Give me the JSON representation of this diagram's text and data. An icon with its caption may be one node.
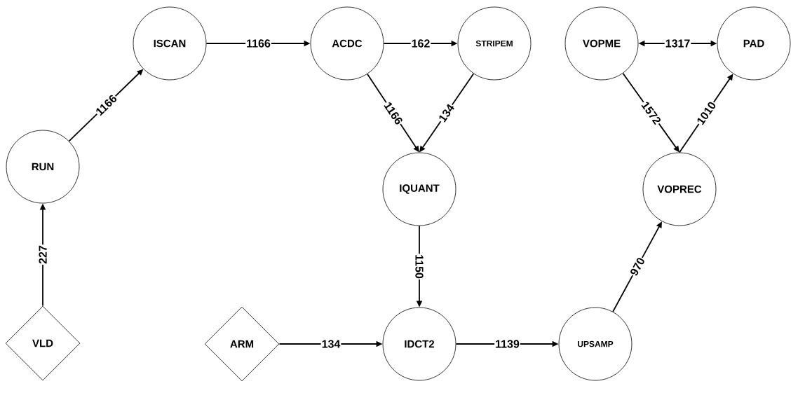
{
  "diagram": {
    "nodes": [
      {
        "text": [
          "ISCAN"
        ]
      },
      {
        "text": [
          "ACDC"
        ]
      },
      {
        "text": [
          "STRIPEM"
        ]
      },
      {
        "text": [
          "VOPME"
        ]
      },
      {
        "text": [
          "PAD"
        ]
      },
      {
        "text": [
          "RUN"
        ]
      },
      {
        "text": [
          "IQUANT"
        ]
      },
      {
        "text": [
          "VOPREC"
        ]
      },
      {
        "text": [
          "VLD"
        ]
      },
      {
        "text": [
          "ARM"
        ]
      },
      {
        "text": [
          "IDCT2"
        ]
      },
      {
        "text": [
          "UPSAMP"
        ]
      }
    ],
    "edges": [
      {
        "from": 5,
        "to": 0,
        "arrow": "to",
        "label": "1166"
      },
      {
        "from": 0,
        "to": 1,
        "arrow": "to",
        "label": "1166"
      },
      {
        "from": 1,
        "to": 2,
        "arrow": "to",
        "label": "162"
      },
      {
        "from": 1,
        "to": 6,
        "arrow": "to",
        "label": "1166"
      },
      {
        "from": 2,
        "to": 6,
        "arrow": "to",
        "label": "134"
      },
      {
        "from": 3,
        "to": 4,
        "arrow": "both",
        "label": "1317"
      },
      {
        "from": 3,
        "to": 7,
        "arrow": "to",
        "label": "1572"
      },
      {
        "from": 7,
        "to": 4,
        "arrow": "to",
        "label": "1010"
      },
      {
        "from": 8,
        "to": 5,
        "arrow": "to",
        "label": "227"
      },
      {
        "from": 6,
        "to": 10,
        "arrow": "to",
        "label": "1150"
      },
      {
        "from": 9,
        "to": 10,
        "arrow": "to",
        "label": "134"
      },
      {
        "from": 10,
        "to": 11,
        "arrow": "to",
        "label": "1139"
      },
      {
        "from": 11,
        "to": 7,
        "arrow": "to",
        "label": "970"
      }
    ]
  }
}
